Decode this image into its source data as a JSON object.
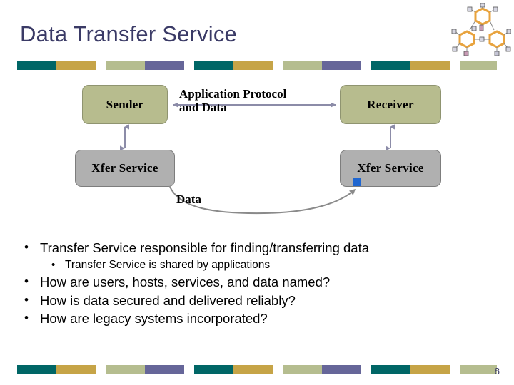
{
  "slide": {
    "title": "Data Transfer Service",
    "page_number": "8"
  },
  "theme": {
    "title_color": "#3A3A66",
    "stripe_teal": "#006666",
    "stripe_gold": "#C6A447",
    "stripe_sage": "#B5BD8F",
    "stripe_slate": "#666699",
    "app_box_fill": "#B7BC8E",
    "xfer_box_fill": "#B0B0B0",
    "connector_color": "#8C8CA8",
    "data_curve_color": "#8A8A8A",
    "endpoint_marker_color": "#1F66D0",
    "molecule_ring_color": "#E8A game"
  },
  "stripe_bar": {
    "segment_colors": [
      "#006666",
      "#C6A447",
      "#B5BD8F",
      "#666699"
    ],
    "repeat_count": 4
  },
  "graphic": {
    "name": "molecule-structure-graphic",
    "ring_color": "#E8A33D",
    "node_color": "#C8C8D8",
    "ring_count": 3
  },
  "diagram": {
    "nodes": [
      {
        "id": "sender",
        "label": "Sender",
        "type": "application"
      },
      {
        "id": "receiver",
        "label": "Receiver",
        "type": "application"
      },
      {
        "id": "xfer-left",
        "label": "Xfer Service",
        "type": "service"
      },
      {
        "id": "xfer-right",
        "label": "Xfer Service",
        "type": "service"
      }
    ],
    "connectors": [
      {
        "id": "app-protocol",
        "label": "Application Protocol and Data",
        "from": "sender",
        "to": "receiver",
        "style": "double-arrow-horizontal"
      },
      {
        "id": "sender-xfer",
        "label": "",
        "from": "sender",
        "to": "xfer-left",
        "style": "double-arrow-vertical"
      },
      {
        "id": "receiver-xfer",
        "label": "",
        "from": "receiver",
        "to": "xfer-right",
        "style": "double-arrow-vertical"
      },
      {
        "id": "data-flow",
        "label": "Data",
        "from": "xfer-left",
        "to": "xfer-right",
        "style": "curved-arrow"
      }
    ],
    "labels": {
      "app_protocol_line1": "Application Protocol",
      "app_protocol_line2": "and Data",
      "data": "Data"
    }
  },
  "bullets": [
    {
      "level": 1,
      "marker": "•",
      "text": "Transfer Service responsible for finding/transferring data"
    },
    {
      "level": 2,
      "marker": "•",
      "text": "Transfer Service is shared by applications"
    },
    {
      "level": 1,
      "marker": "•",
      "text": "How are users, hosts, services, and data named?"
    },
    {
      "level": 1,
      "marker": "•",
      "text": "How is data secured and delivered reliably?"
    },
    {
      "level": 1,
      "marker": "•",
      "text": "How are legacy systems incorporated?"
    }
  ]
}
